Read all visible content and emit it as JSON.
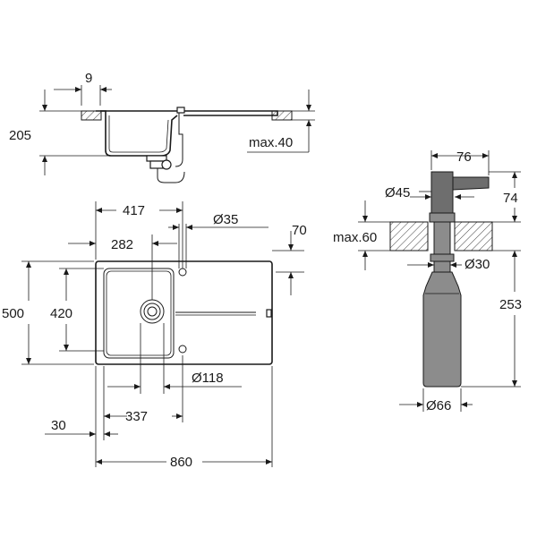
{
  "dimensions": {
    "wall": "9",
    "depth": "205",
    "max_thickness": "max.40",
    "bowl_offset": "417",
    "tap_hole": "Ø35",
    "tap_offset": "70",
    "bowl_center": "282",
    "width_total": "500",
    "bowl_width": "420",
    "waste": "Ø118",
    "edge": "30",
    "bowl_length": "337",
    "length_total": "860",
    "disp_reach": "76",
    "disp_head": "Ø45",
    "disp_height": "74",
    "worktop_max": "max.60",
    "disp_shaft": "Ø30",
    "disp_length": "253",
    "bottle_dia": "Ø66"
  }
}
